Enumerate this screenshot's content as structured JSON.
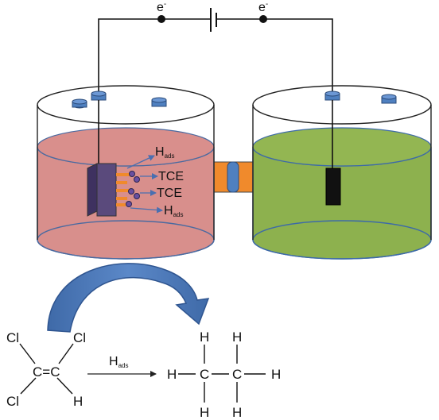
{
  "electrons": {
    "left": "e",
    "left_sup": "-",
    "right": "e",
    "right_sup": "-"
  },
  "labels": {
    "h_ads_top": {
      "base": "H",
      "sub": "ads"
    },
    "tce_1": "TCE",
    "tce_2": "TCE",
    "h_ads_bottom": {
      "base": "H",
      "sub": "ads"
    }
  },
  "reaction": {
    "reactant": {
      "cl_top_left": "Cl",
      "cl_top_right": "Cl",
      "cl_bottom_left": "Cl",
      "h_bottom_right": "H",
      "center": "C=C"
    },
    "arrow_label": {
      "base": "H",
      "sub": "ads"
    },
    "product": {
      "h_top_1": "H",
      "h_top_2": "H",
      "h_left": "H",
      "c_1": "C",
      "c_2": "C",
      "h_right": "H",
      "h_bottom_1": "H",
      "h_bottom_2": "H"
    }
  },
  "colors": {
    "cathode_solution": "#d88f8c",
    "anode_solution": "#8db14e",
    "electrode_caps": "#4f80c0",
    "cathode_electrode": "#5a4a7c",
    "anode_electrode": "#111111",
    "salt_bridge": "#f08a2c",
    "curved_arrow": "#4a74b0"
  }
}
